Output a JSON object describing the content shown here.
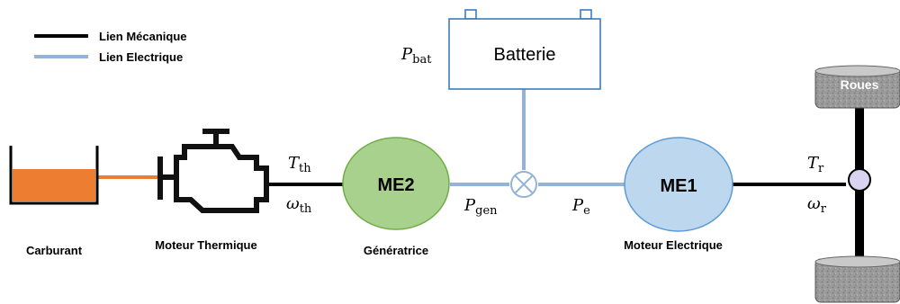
{
  "legend": {
    "mechanical_label": "Lien Mécanique",
    "electrical_label": "Lien Electrique",
    "mechanical_color": "#000000",
    "electrical_color": "#95b3d7"
  },
  "battery": {
    "label": "Batterie",
    "power_symbol": "P",
    "power_sub": "bat",
    "border_color": "#2e75b6"
  },
  "fuel_tank": {
    "caption": "Carburant",
    "fuel_color": "#ed7d31",
    "icon": "fuel-tank-icon"
  },
  "engine": {
    "caption": "Moteur Thermique",
    "icon": "engine-icon",
    "torque_symbol": "T",
    "torque_sub": "th",
    "speed_symbol": "ω",
    "speed_sub": "th"
  },
  "generator": {
    "label": "ME2",
    "caption": "Génératrice",
    "fill_color": "#a9d18e",
    "stroke_color": "#70ad47",
    "power_symbol": "P",
    "power_sub": "gen"
  },
  "junction": {
    "icon": "junction-cross-icon"
  },
  "motor": {
    "label": "ME1",
    "caption": "Moteur Electrique",
    "fill_color": "#bdd7ee",
    "stroke_color": "#5b9bd5",
    "power_symbol": "P",
    "power_sub": "e"
  },
  "wheels": {
    "label": "Roues",
    "torque_symbol": "T",
    "torque_sub": "r",
    "speed_symbol": "ω",
    "speed_sub": "r",
    "hub_color": "#d9d2f0",
    "tire_color": "#9a9a9a"
  }
}
